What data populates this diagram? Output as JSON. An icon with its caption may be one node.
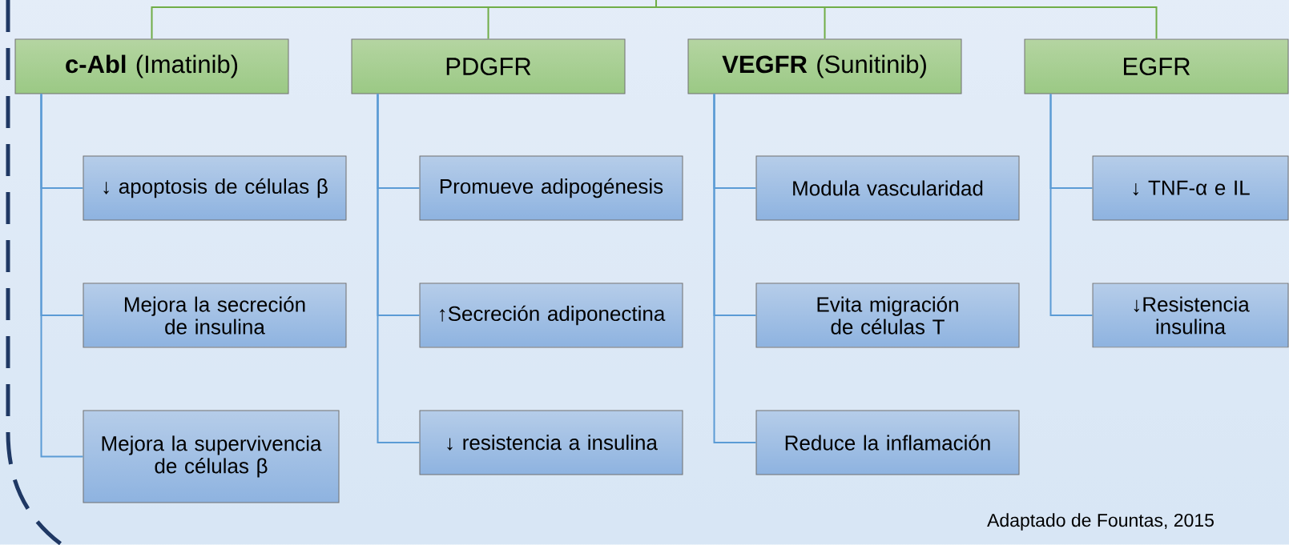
{
  "diagram": {
    "caption": "Adaptado de Fountas, 2015",
    "nodes": [
      {
        "text": [
          "**c-Abl** (Imatinib)"
        ]
      },
      {
        "text": [
          "PDGFR"
        ]
      },
      {
        "text": [
          "**VEGFR** (Sunitinib)"
        ]
      },
      {
        "text": [
          "EGFR"
        ]
      },
      {
        "text": [
          "↓ apoptosis de células β"
        ]
      },
      {
        "text": [
          "Mejora la secreción de insulina"
        ]
      },
      {
        "text": [
          "Mejora la supervivencia de células β"
        ]
      },
      {
        "text": [
          "Promueve adipogénesis"
        ]
      },
      {
        "text": [
          "↑Secreción adiponectina"
        ]
      },
      {
        "text": [
          "↓ resistencia a insulina"
        ]
      },
      {
        "text": [
          "Modula vascularidad"
        ]
      },
      {
        "text": [
          "Evita migración de células T"
        ]
      },
      {
        "text": [
          "Reduce la inflamación"
        ]
      },
      {
        "text": [
          "↓ TNF-α e IL"
        ]
      },
      {
        "text": [
          "↓Resistencia insulina"
        ]
      }
    ],
    "edges": [
      {
        "from": null,
        "to": 0,
        "arrow": "none",
        "color": "#70ad47"
      },
      {
        "from": null,
        "to": 1,
        "arrow": "none",
        "color": "#70ad47"
      },
      {
        "from": null,
        "to": 2,
        "arrow": "none",
        "color": "#70ad47"
      },
      {
        "from": null,
        "to": 3,
        "arrow": "none",
        "color": "#70ad47"
      },
      {
        "from": 0,
        "to": 4,
        "arrow": "none"
      },
      {
        "from": 0,
        "to": 5,
        "arrow": "none"
      },
      {
        "from": 0,
        "to": 6,
        "arrow": "none"
      },
      {
        "from": 1,
        "to": 7,
        "arrow": "none"
      },
      {
        "from": 1,
        "to": 8,
        "arrow": "none"
      },
      {
        "from": 1,
        "to": 9,
        "arrow": "none"
      },
      {
        "from": 2,
        "to": 10,
        "arrow": "none"
      },
      {
        "from": 2,
        "to": 11,
        "arrow": "none"
      },
      {
        "from": 2,
        "to": 12,
        "arrow": "none"
      },
      {
        "from": 3,
        "to": 13,
        "arrow": "none"
      },
      {
        "from": 3,
        "to": 14,
        "arrow": "none"
      }
    ]
  }
}
